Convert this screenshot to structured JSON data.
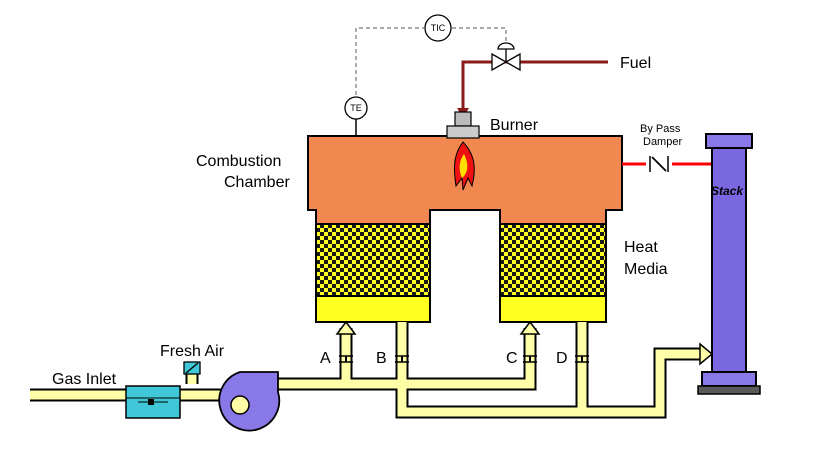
{
  "labels": {
    "tic": "TIC",
    "te": "TE",
    "fuel": "Fuel",
    "burner": "Burner",
    "combustion_line1": "Combustion",
    "combustion_line2": "Chamber",
    "bypass_line1": "By Pass",
    "bypass_line2": "Damper",
    "stack": "Stack",
    "heat_line1": "Heat",
    "heat_line2": "Media",
    "fresh_air": "Fresh Air",
    "gas_inlet": "Gas Inlet",
    "valve_a": "A",
    "valve_b": "B",
    "valve_c": "C",
    "valve_d": "D"
  },
  "colors": {
    "chamber": "#f08850",
    "media_yellow": "#ffff20",
    "media_dark": "#1a1a1a",
    "pipe_fill": "#ffffa8",
    "fuel_line": "#8b1a1a",
    "stack_fill": "#7a68e0",
    "fan_fill": "#8878e8",
    "bypass_red": "#ff0000",
    "valve_teal": "#40c8d8",
    "burner_gray": "#bbbbbb"
  },
  "icons": {
    "burner_flame": "flame-icon",
    "fan": "blower-fan-icon",
    "damper": "damper-valve-icon",
    "control_valve": "control-valve-icon",
    "check_valve": "check-valve-icon"
  }
}
